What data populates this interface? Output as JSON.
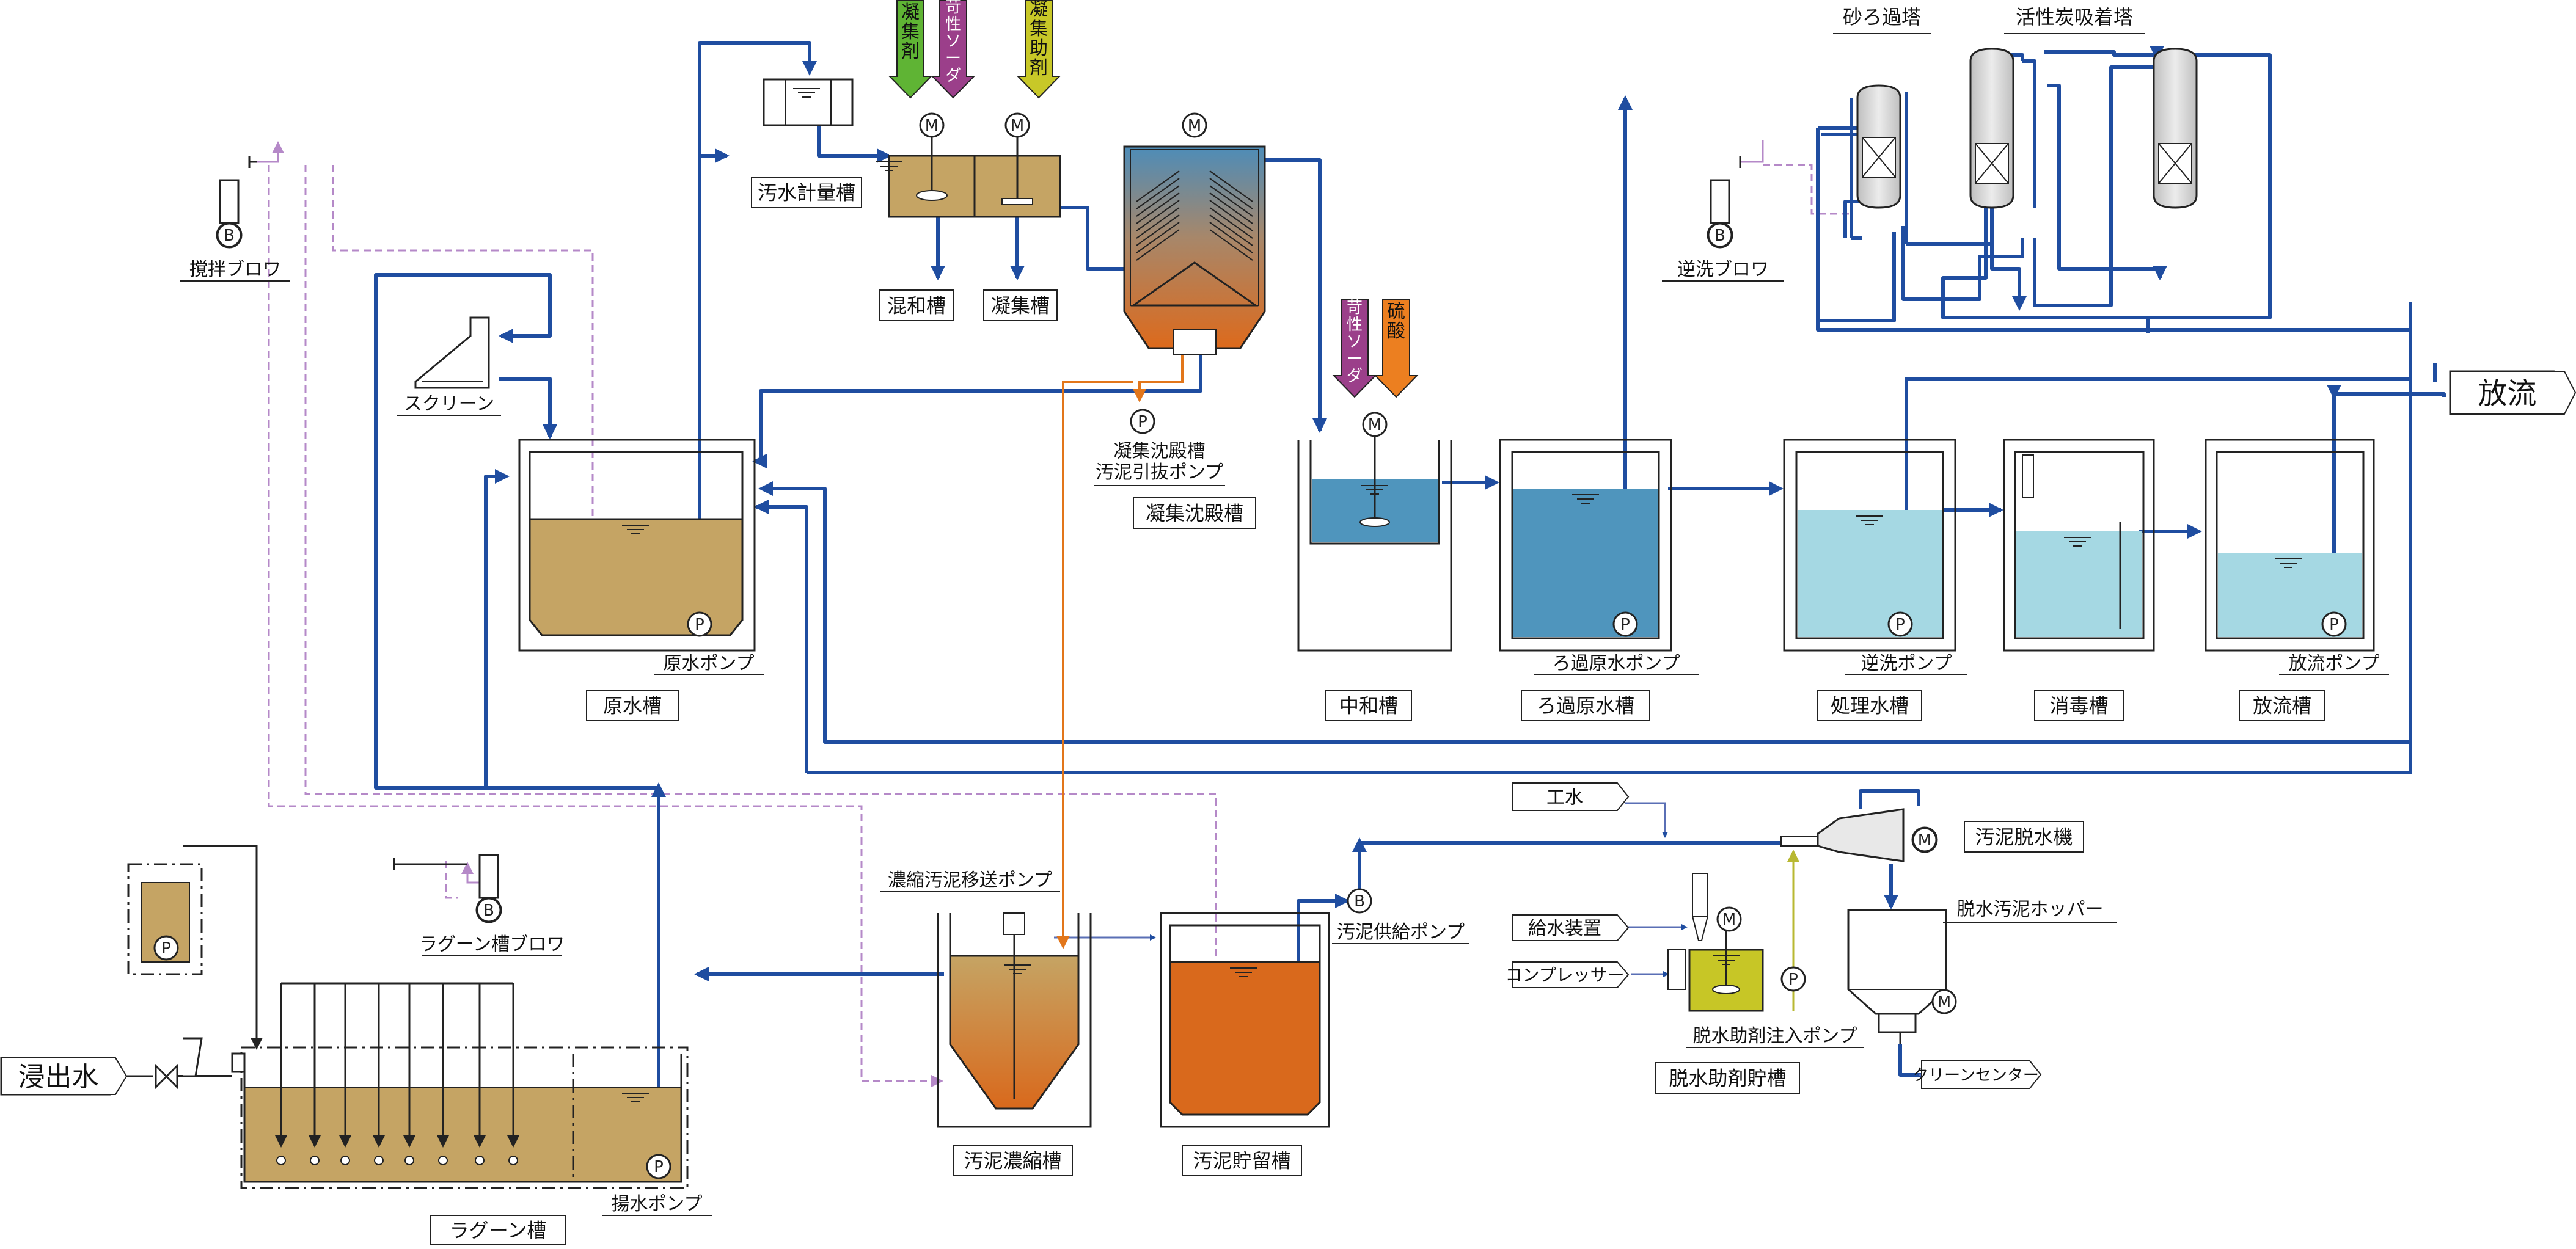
{
  "colors": {
    "pipe": "#1f4da0",
    "air": "#b589c8",
    "sludge_line": "#e2761a",
    "brown_water": "#c5a464",
    "sludge": "#d9691c",
    "blue_dark": "#4f95bd",
    "blue_light": "#a5d8e3",
    "chem_green": "#5fb434",
    "chem_purple": "#9b3f8a",
    "chem_yellow": "#c8c828",
    "chem_orange": "#ec7f20",
    "olive": "#c7c626"
  },
  "labels": {
    "intake_water": "浸出水",
    "lagoon": "ラグーン槽",
    "lagoon_blower": "ラグーン槽ブロワ",
    "lift_pump": "揚水ポンプ",
    "stir_blower": "撹拌ブロワ",
    "screen": "スクリーン",
    "raw_tank": "原水槽",
    "raw_pump": "原水ポンプ",
    "metering_tank": "汚水計量槽",
    "mixing_tank": "混和槽",
    "coag_tank": "凝集槽",
    "coagulant": "凝集剤",
    "caustic": "苛性ソーダ",
    "coag_aid": "凝集助剤",
    "settling_pump": "凝集沈殿槽\n汚泥引抜ポンプ",
    "settling_tank": "凝集沈殿槽",
    "caustic2": "苛性ソーダ",
    "sulfuric": "硫酸",
    "neutral_tank": "中和槽",
    "filter_raw_pump": "ろ過原水ポンプ",
    "filter_raw_tank": "ろ過原水槽",
    "sand_filter": "砂ろ過塔",
    "carbon_tower": "活性炭吸着塔",
    "backwash_blower": "逆洗ブロワ",
    "backwash_pump": "逆洗ポンプ",
    "treated_tank": "処理水槽",
    "disinfect_tank": "消毒槽",
    "discharge_pump": "放流ポンプ",
    "discharge_tank": "放流槽",
    "discharge": "放流",
    "thick_pump": "濃縮汚泥移送ポンプ",
    "thickener": "汚泥濃縮槽",
    "storage": "汚泥貯留槽",
    "feed_pump": "汚泥供給ポンプ",
    "industrial_water": "工水",
    "dewater_machine": "汚泥脱水機",
    "hopper": "脱水汚泥ホッパー",
    "water_supply": "給水装置",
    "compressor": "コンプレッサー",
    "aid_pump": "脱水助剤注入ポンプ",
    "aid_tank": "脱水助剤貯槽",
    "clean_center": "クリーンセンター",
    "sym_m": "M",
    "sym_p": "P",
    "sym_b": "B"
  }
}
